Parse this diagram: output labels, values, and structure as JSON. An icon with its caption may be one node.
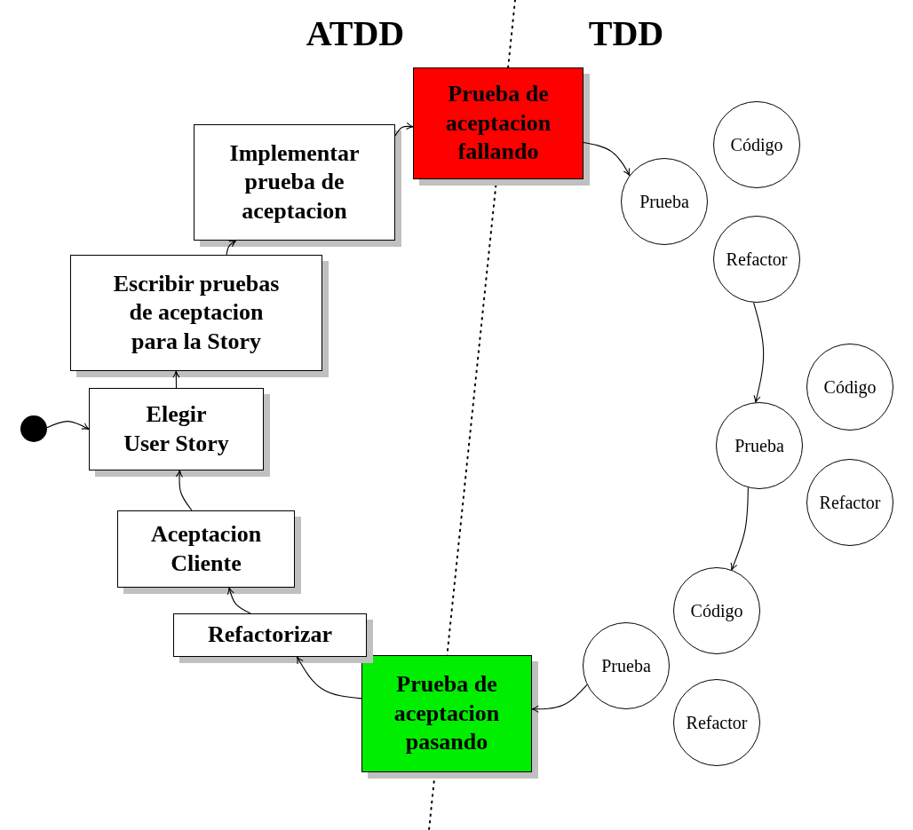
{
  "diagram": {
    "nodes": [
      {
        "text": [],
        "shape": "circle"
      },
      {
        "text": [
          "Elegir User Story"
        ]
      },
      {
        "text": [
          "Escribir pruebas de aceptacion para la Story"
        ]
      },
      {
        "text": [
          "Implementar prueba de aceptacion"
        ]
      },
      {
        "text": [
          "Prueba de aceptacion fallando"
        ]
      },
      {
        "text": [
          "Prueba"
        ]
      },
      {
        "text": [
          "Código"
        ]
      },
      {
        "text": [
          "Refactor"
        ]
      },
      {
        "text": [
          "Prueba"
        ]
      },
      {
        "text": [
          "Código"
        ]
      },
      {
        "text": [
          "Refactor"
        ]
      },
      {
        "text": [
          "Prueba"
        ]
      },
      {
        "text": [
          "Código"
        ]
      },
      {
        "text": [
          "Refactor"
        ]
      },
      {
        "text": [
          "Prueba de aceptacion pasando"
        ]
      },
      {
        "text": [
          "Refactorizar"
        ]
      },
      {
        "text": [
          "Aceptacion Cliente"
        ]
      }
    ],
    "edges": [
      {
        "from": 0,
        "to": 1,
        "arrow": "to"
      },
      {
        "from": 1,
        "to": 2,
        "arrow": "to"
      },
      {
        "from": 2,
        "to": 3,
        "arrow": "to"
      },
      {
        "from": 3,
        "to": 4,
        "arrow": "to"
      },
      {
        "from": 4,
        "to": 5,
        "arrow": "to"
      },
      {
        "from": 7,
        "to": 8,
        "arrow": "to"
      },
      {
        "from": 8,
        "to": 12,
        "arrow": "to"
      },
      {
        "from": 11,
        "to": 14,
        "arrow": "to"
      },
      {
        "from": 14,
        "to": 15,
        "arrow": "to"
      },
      {
        "from": 15,
        "to": 16,
        "arrow": "to"
      },
      {
        "from": 16,
        "to": 1,
        "arrow": "to"
      }
    ],
    "labels": [
      "ATDD",
      "TDD"
    ]
  }
}
